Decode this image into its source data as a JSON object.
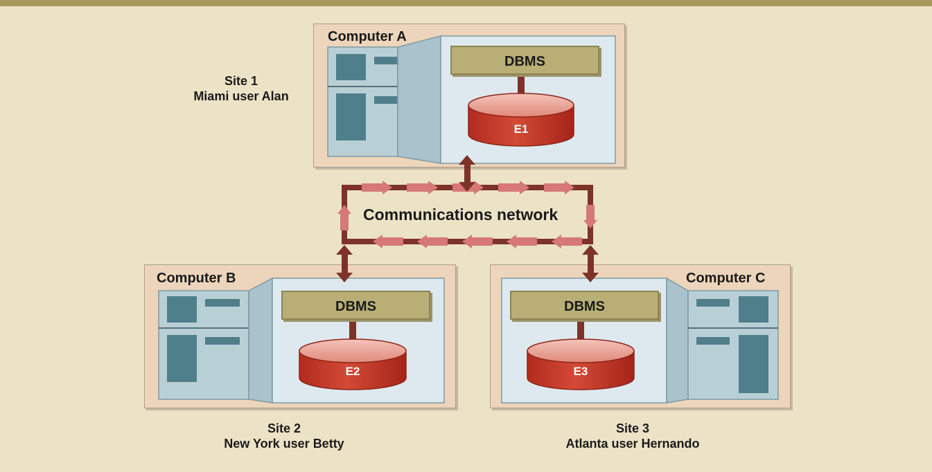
{
  "header_bar_color": "#a89a5e",
  "background_color": "#ece2c6",
  "network": {
    "label": "Communications network",
    "line_color": "#7d3327",
    "arrow_color": "#d57876"
  },
  "sites": [
    {
      "site": "Site 1",
      "user": "Miami user Alan",
      "computer": "Computer A",
      "dbms": "DBMS",
      "database": "E1"
    },
    {
      "site": "Site 2",
      "user": "New York user Betty",
      "computer": "Computer B",
      "dbms": "DBMS",
      "database": "E2"
    },
    {
      "site": "Site 3",
      "user": "Atlanta user Hernando",
      "computer": "Computer C",
      "dbms": "DBMS",
      "database": "E3"
    }
  ]
}
